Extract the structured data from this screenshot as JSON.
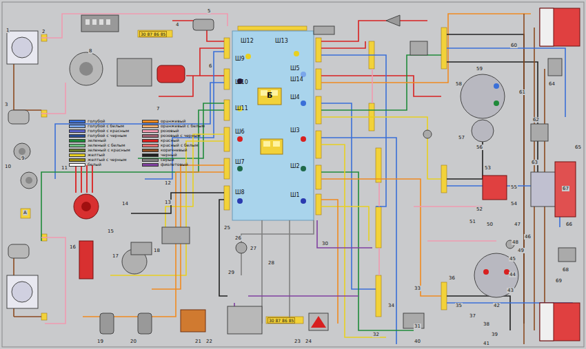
{
  "diagram": {
    "nodes": [
      {
        "text": [
          "Ш12",
          "Ш13",
          "Ш9",
          "Ш5",
          "Ш10",
          "Ш14",
          "Ш11",
          "Ш4",
          "Б",
          "Ш6",
          "Ш3",
          "Ш7",
          "Ш2",
          "Ш8",
          "Ш1"
        ]
      }
    ],
    "labels": [
      "1",
      "2",
      "3",
      "4",
      "5",
      "6",
      "7",
      "8",
      "9",
      "10",
      "11",
      "12",
      "13",
      "14",
      "15",
      "16",
      "17",
      "18",
      "19",
      "20",
      "21",
      "22",
      "23",
      "24",
      "25",
      "26",
      "27",
      "28",
      "29",
      "30",
      "31",
      "32",
      "33",
      "34",
      "35",
      "36",
      "37",
      "38",
      "39",
      "40",
      "41",
      "42",
      "43",
      "44",
      "45",
      "46",
      "47",
      "48",
      "49",
      "50",
      "51",
      "52",
      "53",
      "54",
      "55",
      "56",
      "57",
      "58",
      "59",
      "60",
      "61",
      "62",
      "63",
      "64",
      "65",
      "66",
      "67",
      "68",
      "69",
      "А",
      "30 87 86 85",
      "30 87 86 85"
    ],
    "legend": [
      {
        "text": "голубой",
        "color": "#3a6fd8"
      },
      {
        "text": "голубой с белым",
        "color": "#7aa6ea"
      },
      {
        "text": "голубой с красным",
        "color": "#5a60c8"
      },
      {
        "text": "голубой с черным",
        "color": "#2a4a90"
      },
      {
        "text": "зеленый",
        "color": "#1f8a3a"
      },
      {
        "text": "зеленый с белым",
        "color": "#6cc080"
      },
      {
        "text": "зеленый с красным",
        "color": "#6a7a2a"
      },
      {
        "text": "желтый",
        "color": "#e8d020"
      },
      {
        "text": "желтый с черным",
        "color": "#9a8a10"
      },
      {
        "text": "белый",
        "color": "#ffffff"
      },
      {
        "text": "оранжевый",
        "color": "#f08a20"
      },
      {
        "text": "оранжевый с белым",
        "color": "#f4b070"
      },
      {
        "text": "розовый",
        "color": "#f09ab0"
      },
      {
        "text": "розовый с черным",
        "color": "#a06070"
      },
      {
        "text": "красный",
        "color": "#d82020"
      },
      {
        "text": "красный с белым",
        "color": "#e87070"
      },
      {
        "text": "коричневый",
        "color": "#8a4a20"
      },
      {
        "text": "черный",
        "color": "#202020"
      },
      {
        "text": "серый",
        "color": "#808080"
      },
      {
        "text": "фиолетовый",
        "color": "#8040a0"
      }
    ]
  }
}
